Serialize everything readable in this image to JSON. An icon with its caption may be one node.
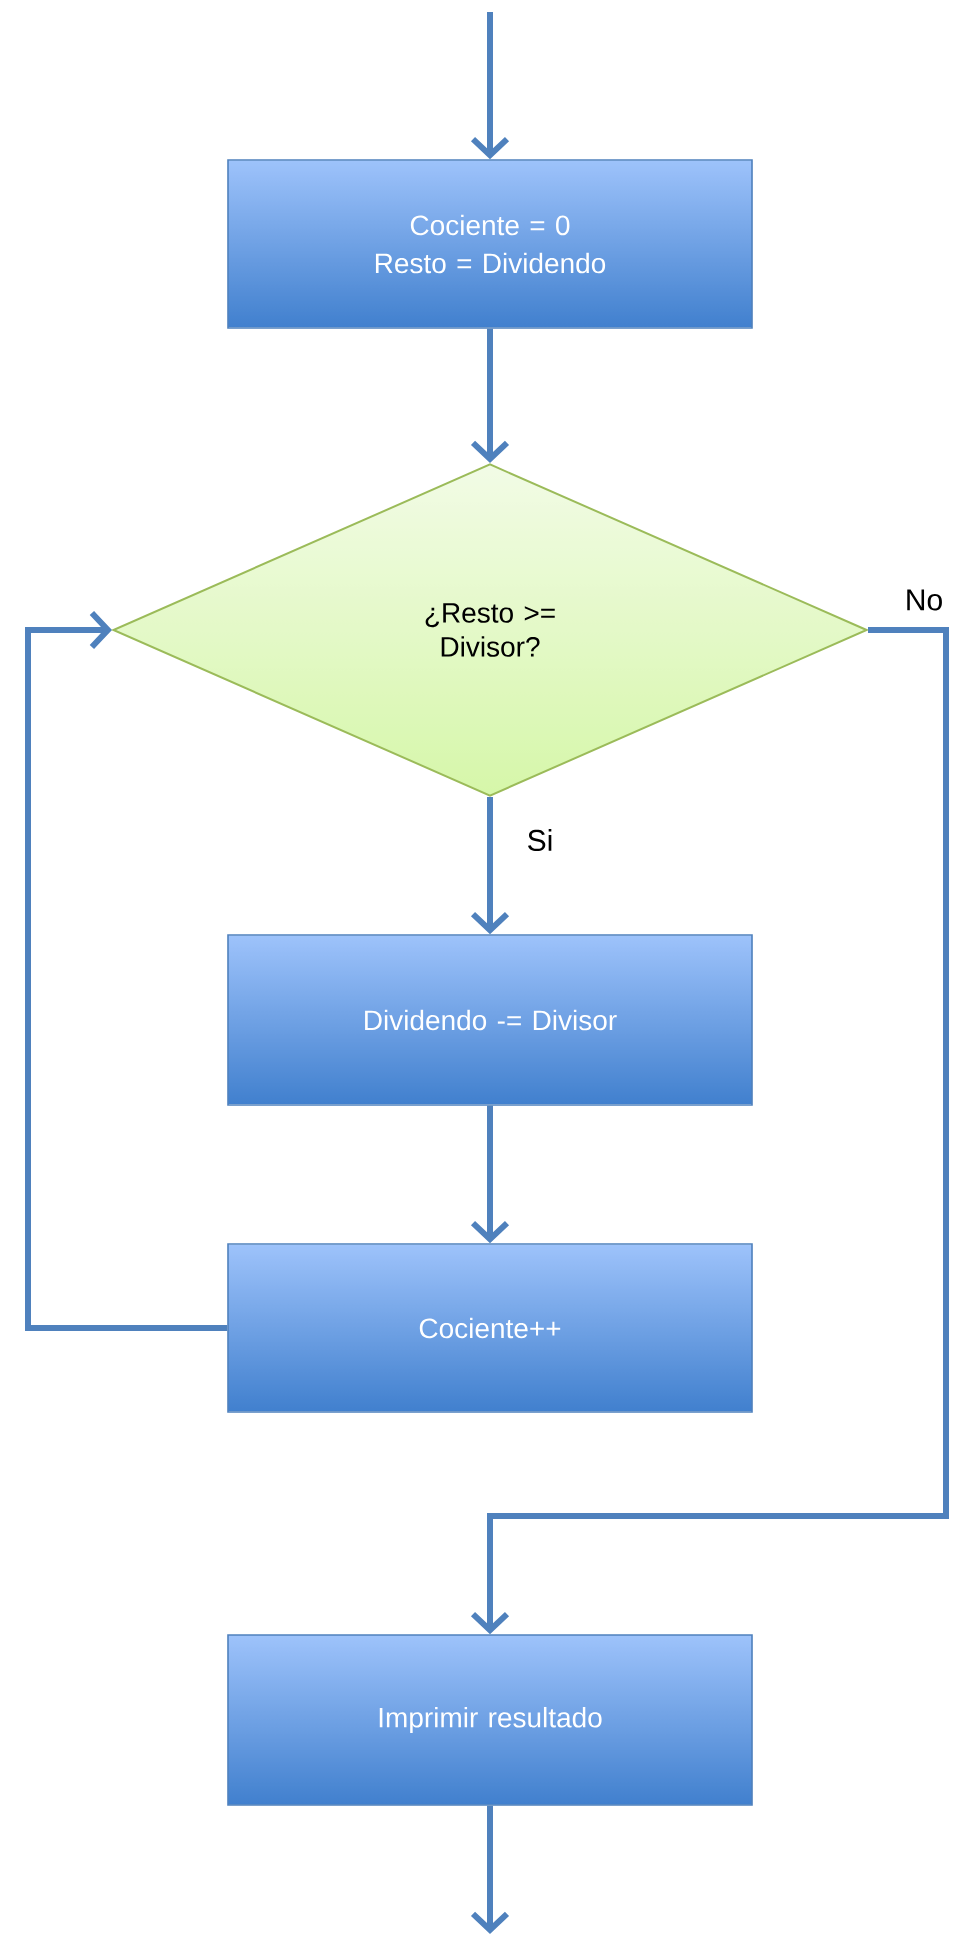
{
  "diagram": {
    "nodes": [
      {
        "text": [
          "Cociente = 0",
          "Resto = Dividendo"
        ]
      },
      {
        "text": [
          "¿Resto >= Divisor?"
        ]
      },
      {
        "text": [
          "Dividendo -= Divisor"
        ]
      },
      {
        "text": [
          "Cociente++"
        ]
      },
      {
        "text": [
          "Imprimir resultado"
        ]
      }
    ],
    "edges": [
      {
        "from": null,
        "to": 0,
        "arrow": "to"
      },
      {
        "from": 0,
        "to": 1,
        "arrow": "to"
      },
      {
        "from": 1,
        "to": 2,
        "arrow": "to",
        "label": "Si"
      },
      {
        "from": 2,
        "to": 3,
        "arrow": "to"
      },
      {
        "from": 3,
        "to": 1,
        "arrow": "to"
      },
      {
        "from": 1,
        "to": 4,
        "arrow": "to",
        "label": "No"
      },
      {
        "from": 4,
        "to": null,
        "arrow": "to"
      }
    ]
  }
}
